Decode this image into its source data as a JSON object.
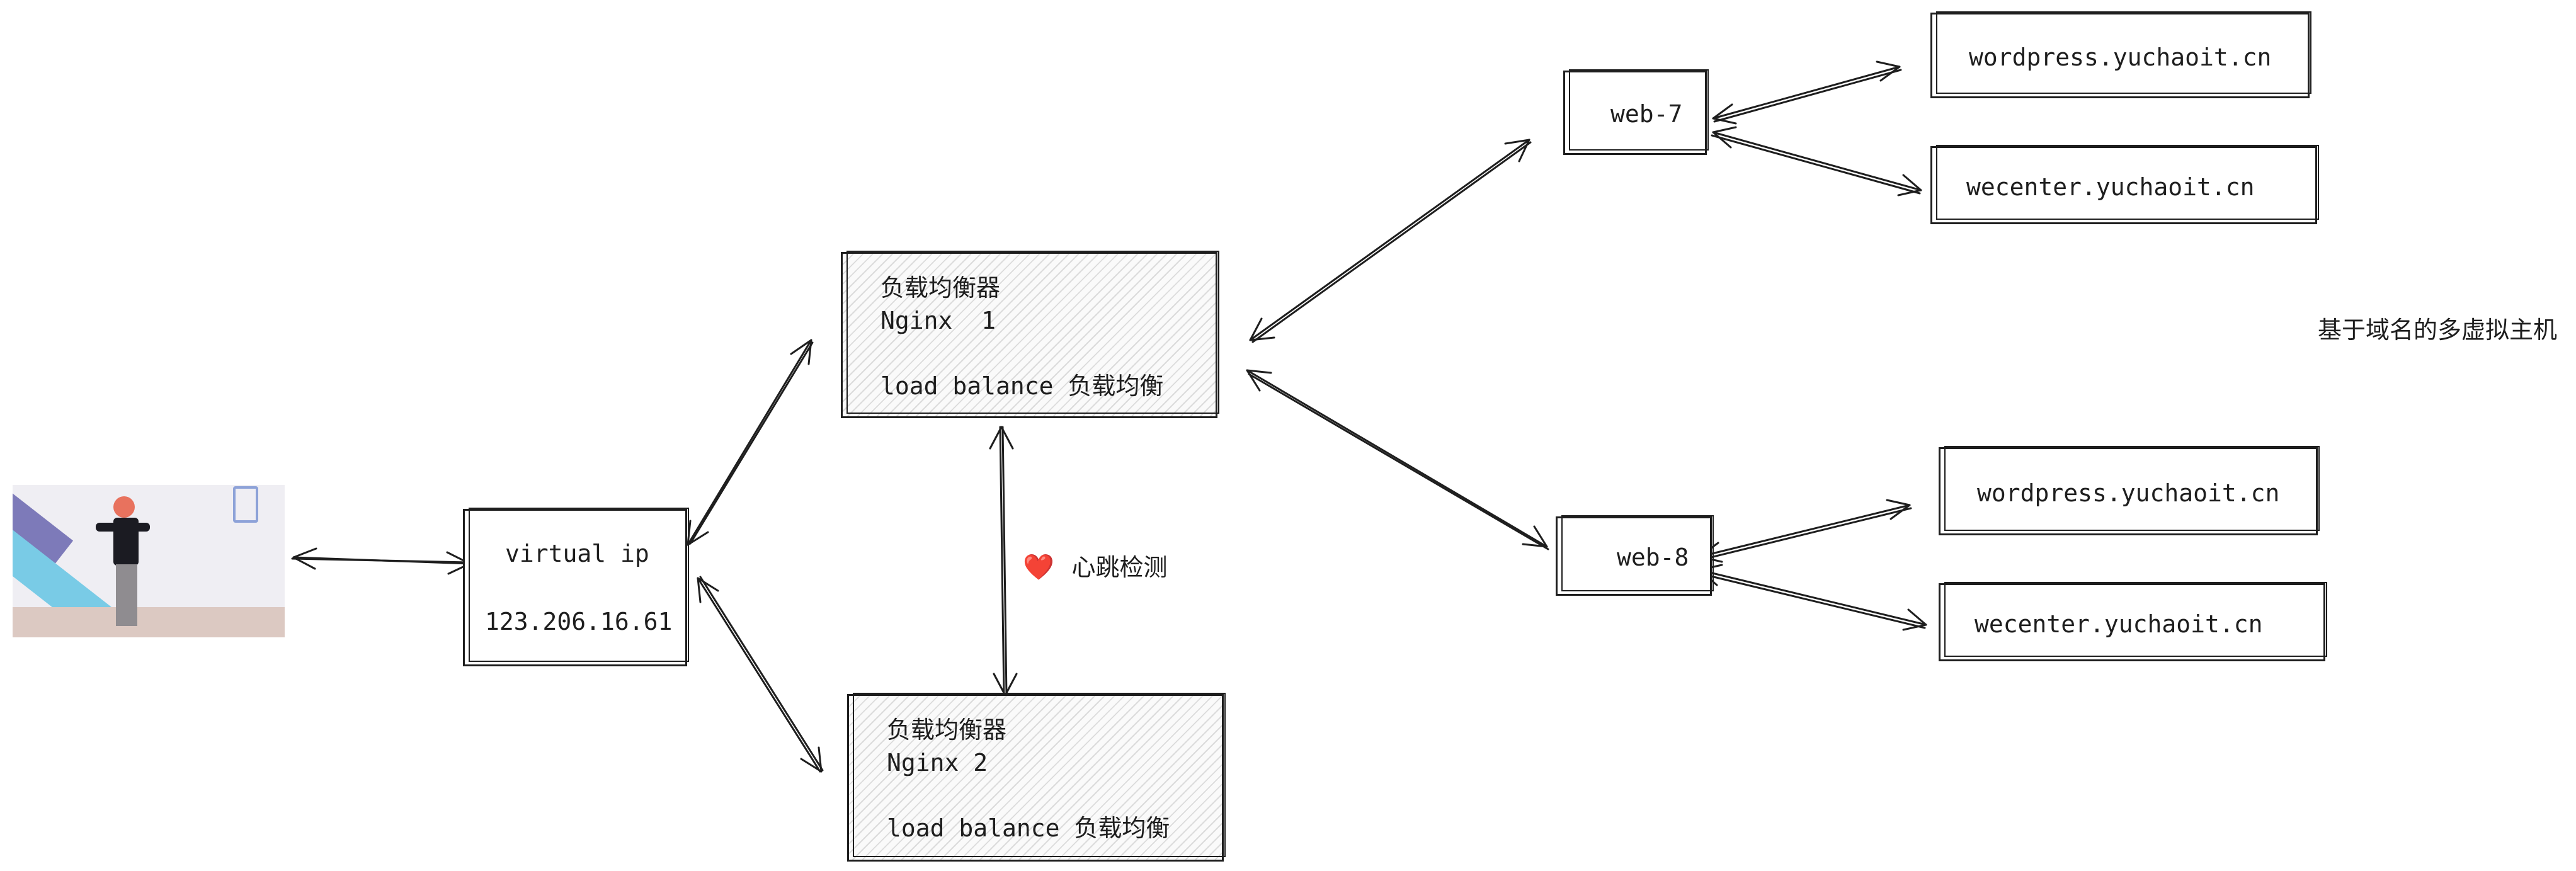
{
  "diagram": {
    "virtual_ip": {
      "line1": "virtual ip",
      "line2": "123.206.16.61"
    },
    "lb1": {
      "line1": "负载均衡器",
      "line2": "Nginx  1",
      "line3": "load balance 负载均衡"
    },
    "lb2": {
      "line1": "负载均衡器",
      "line2": "Nginx 2",
      "line3": "load balance 负载均衡"
    },
    "heartbeat": {
      "emoji": "❤️",
      "label": "心跳检测"
    },
    "web7": {
      "label": "web-7"
    },
    "web8": {
      "label": "web-8"
    },
    "sites": {
      "web7_wordpress": "wordpress.yuchaoit.cn",
      "web7_wecenter": "wecenter.yuchaoit.cn",
      "web8_wordpress": "wordpress.yuchaoit.cn",
      "web8_wecenter": "wecenter.yuchaoit.cn"
    },
    "note": "基于域名的多虚拟主机",
    "colors": {
      "stroke": "#1e1e1e",
      "background": "#ffffff",
      "heart": "#e0243a"
    }
  }
}
